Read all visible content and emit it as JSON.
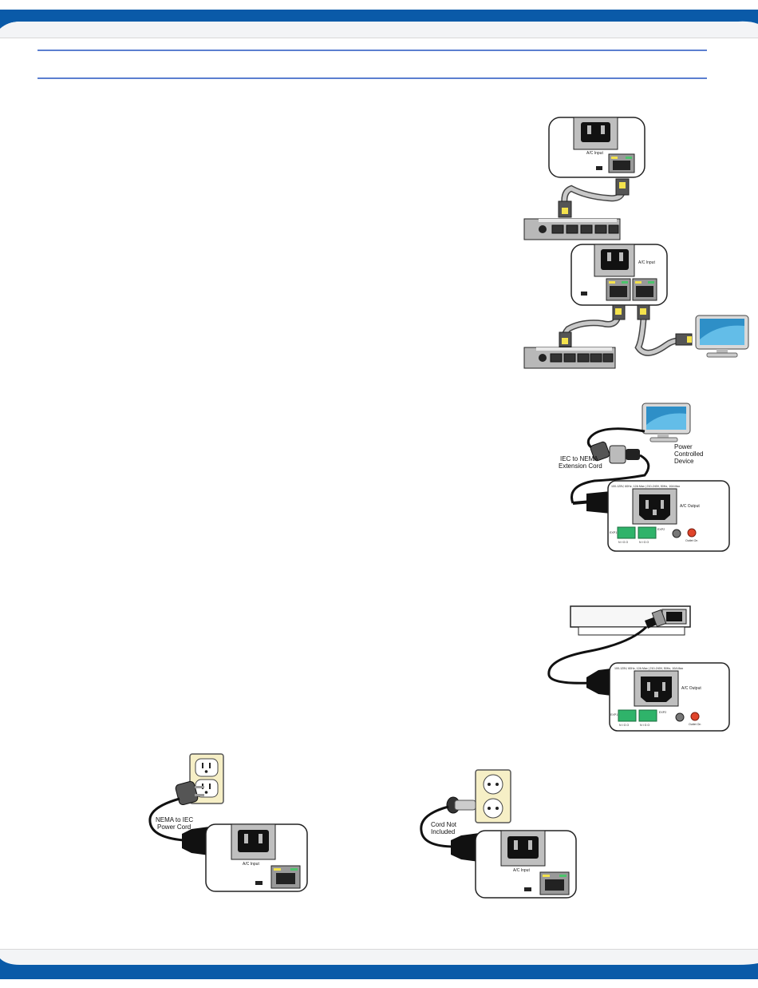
{
  "labels": {
    "iec_to_nema": [
      "IEC to NEMA",
      "Extension Cord"
    ],
    "power_controlled": [
      "Power",
      "Controlled",
      "Device"
    ],
    "nema_to_iec": [
      "NEMA to IEC",
      "Power Cord"
    ],
    "cord_not_included": [
      "Cord Not",
      "Included"
    ]
  },
  "panel_text": {
    "ac_input": "A/C Input",
    "ac_output": "A/C Output",
    "spec_line": "100-125V, 60Hz, 12A Max | 210-240V, 50Hz, 10A Max",
    "outlet_on": "Outlet On",
    "exp1": "EXP1",
    "exp2": "EXP2",
    "terminal_pins": "N  I  G  O"
  },
  "colors": {
    "header_blue": "#0a5aa8",
    "rule_blue": "#5b7fd0",
    "terminal_green": "#2fb36a",
    "outlet_led": "#e0442a",
    "rj45_yellow": "#f4e24c",
    "wall_plate": "#f6efc6"
  }
}
